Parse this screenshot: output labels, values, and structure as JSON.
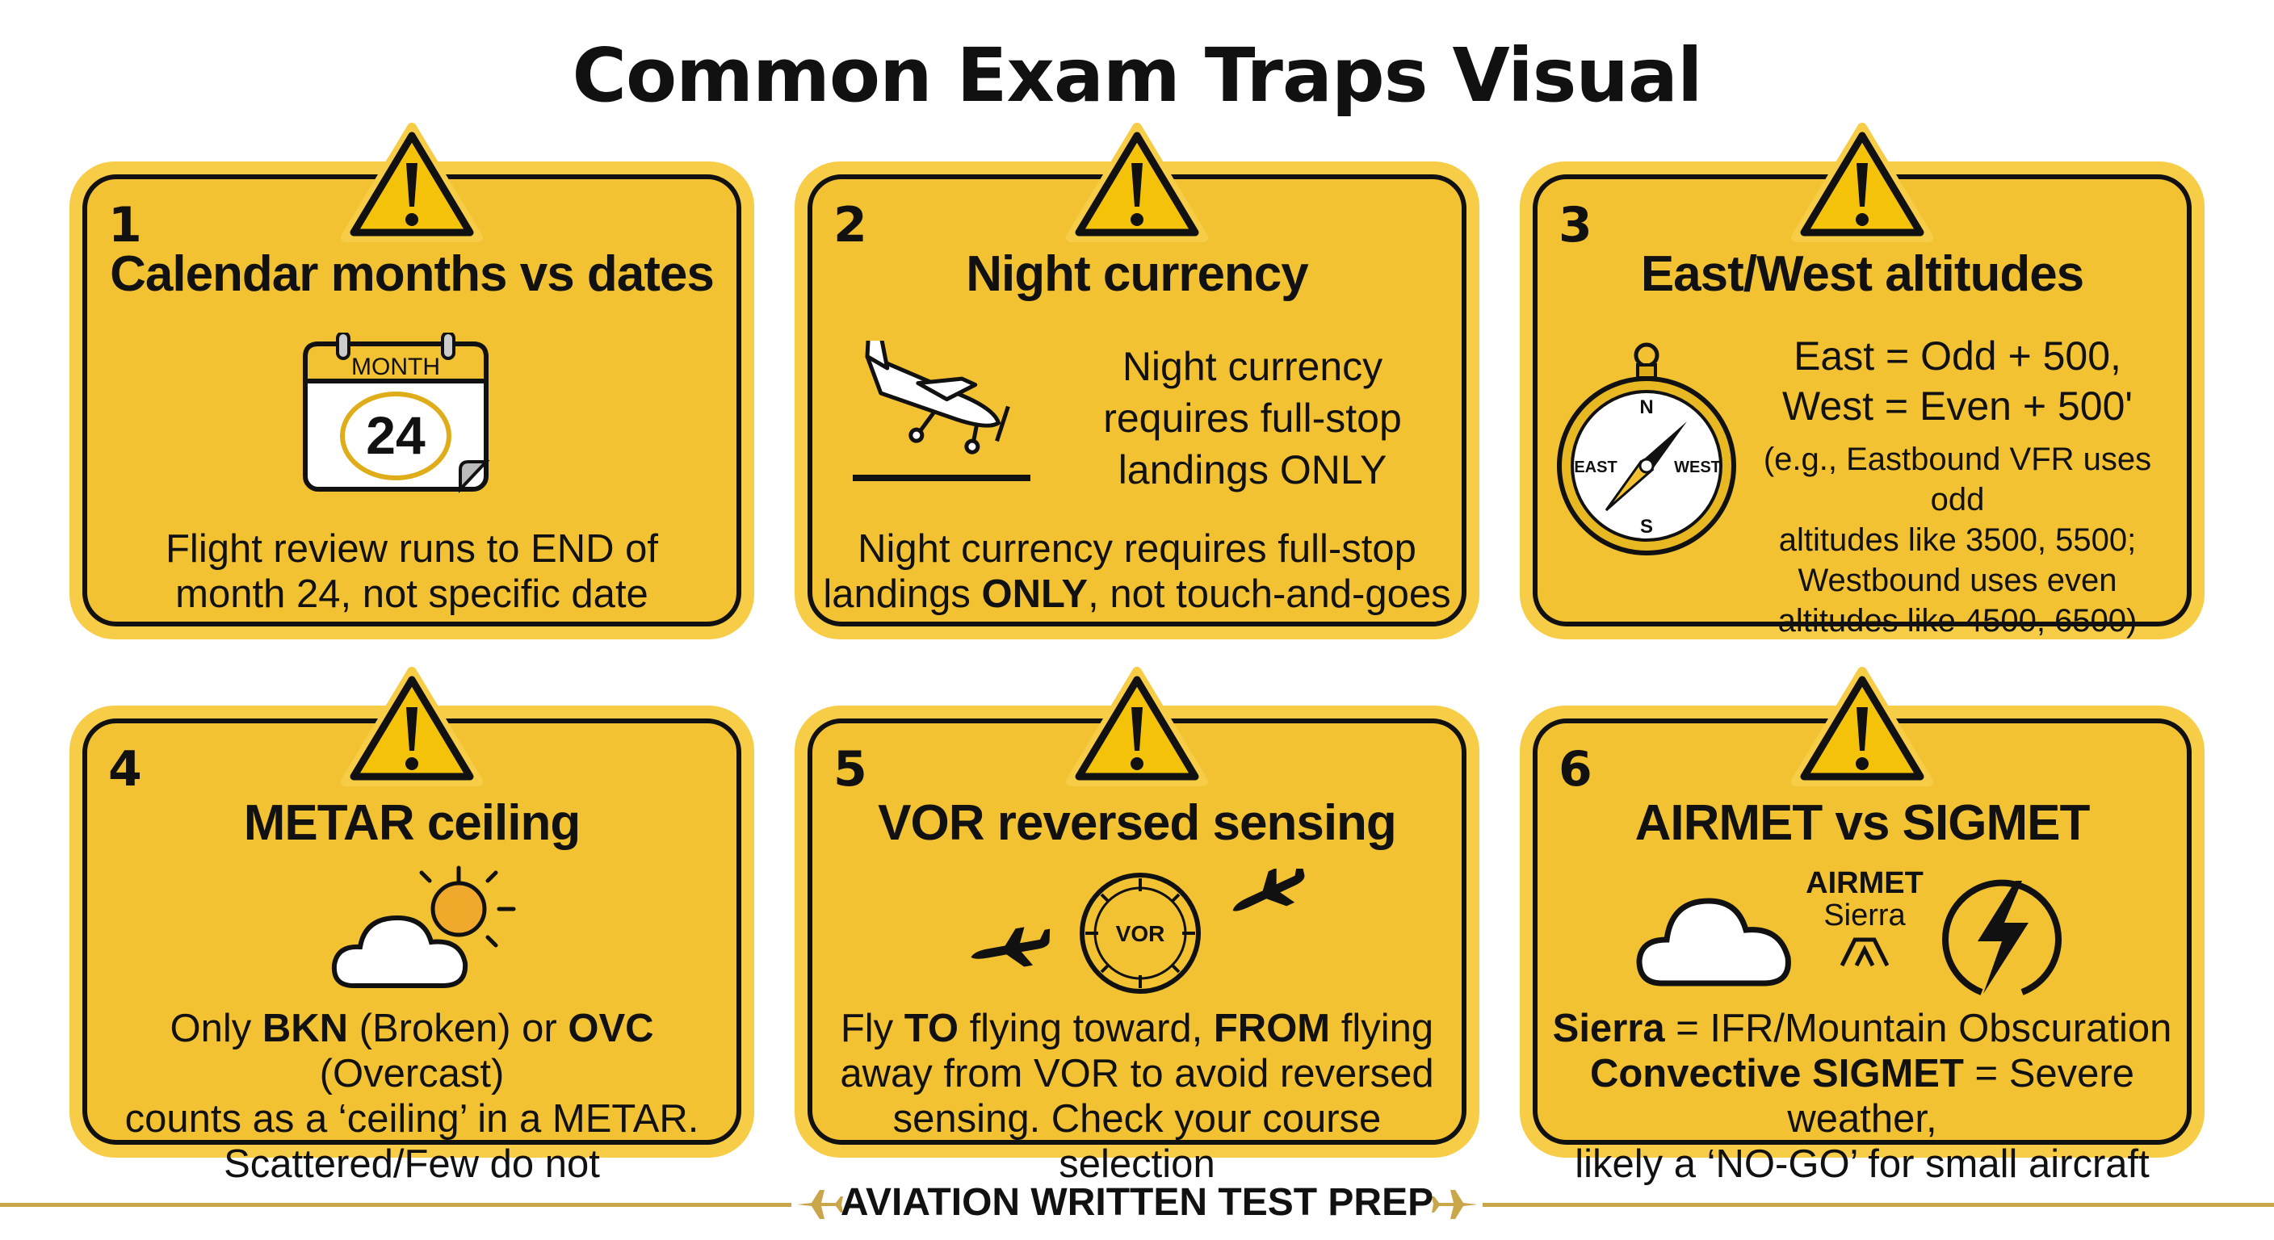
{
  "title": "Common Exam Traps Visual",
  "colors": {
    "card_fill": "#f2c232",
    "card_rim": "#f7cd48",
    "border": "#111111",
    "footer_line": "#c9a64a"
  },
  "cards": [
    {
      "number": "1",
      "heading": "Calendar months vs dates",
      "icon": "calendar-icon",
      "calendar_label": "MONTH",
      "calendar_day": "24",
      "body": [
        "Flight review runs to END of",
        "month 24, not specific date"
      ]
    },
    {
      "number": "2",
      "heading": "Night currency",
      "icon": "airplane-landing-icon",
      "side": [
        "Night currency",
        "requires full-stop",
        "landings ONLY"
      ],
      "body": {
        "l1": "Night currency requires full-stop",
        "l2a": "landings ",
        "l2b": "ONLY",
        "l2c": ", not touch-and-goes"
      }
    },
    {
      "number": "3",
      "heading": "East/West altitudes",
      "icon": "compass-icon",
      "compass": {
        "n": "N",
        "s": "S",
        "e": "EAST",
        "w": "WEST"
      },
      "side_main": [
        "East = Odd + 500,",
        "West = Even + 500'"
      ],
      "side_sub": [
        "(e.g., Eastbound VFR uses odd",
        "altitudes like 3500, 5500;",
        "Westbound uses even",
        "altitudes like 4500, 6500)"
      ]
    },
    {
      "number": "4",
      "heading": "METAR ceiling",
      "icon": "partly-cloudy-icon",
      "body": {
        "a": "Only ",
        "b": "BKN",
        "c": " (Broken) or ",
        "d": "OVC",
        "e": " (Overcast)",
        "l2": "counts as a ‘ceiling’ in a METAR.",
        "l3": "Scattered/Few do not"
      }
    },
    {
      "number": "5",
      "heading": "VOR reversed sensing",
      "icon": "vor-icon",
      "vor_label": "VOR",
      "body": {
        "a": "Fly ",
        "b": "TO",
        "c": " flying toward, ",
        "d": "FROM",
        "e": " flying",
        "l2": "away from VOR to avoid reversed",
        "l3": "sensing. Check your course selection"
      }
    },
    {
      "number": "6",
      "heading": "AIRMET vs SIGMET",
      "icon": "lightning-icon",
      "center_label": [
        "AIRMET",
        "Sierra"
      ],
      "body": {
        "a": "Sierra",
        "b": " = IFR/Mountain Obscuration",
        "c": "Convective SIGMET",
        "d": " = Severe weather,",
        "l3": "likely a ‘NO-GO’ for small aircraft"
      }
    }
  ],
  "footer": "AVIATION WRITTEN TEST PREP"
}
